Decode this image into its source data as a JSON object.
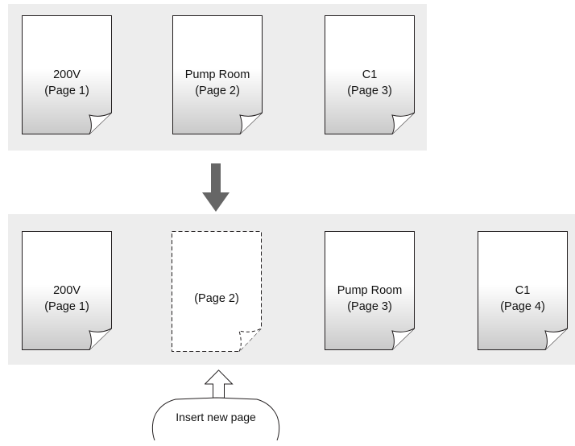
{
  "before": {
    "pages": [
      {
        "title": "200V",
        "page": "(Page 1)"
      },
      {
        "title": "Pump Room",
        "page": "(Page 2)"
      },
      {
        "title": "C1",
        "page": "(Page 3)"
      }
    ]
  },
  "after": {
    "pages": [
      {
        "title": "200V",
        "page": "(Page 1)"
      },
      {
        "title": "",
        "page": "(Page 2)",
        "new": true
      },
      {
        "title": "Pump Room",
        "page": "(Page 3)"
      },
      {
        "title": "C1",
        "page": "(Page 4)"
      }
    ]
  },
  "callout": {
    "label": "Insert new page"
  },
  "colors": {
    "panel": "#ededed",
    "stroke": "#231f20",
    "arrow": "#666666"
  }
}
